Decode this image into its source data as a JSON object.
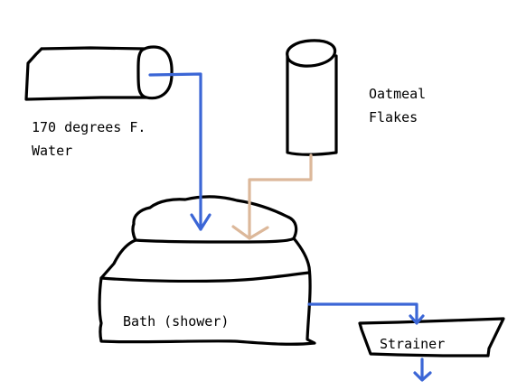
{
  "labels": {
    "water_line1": "170 degrees F.",
    "water_line2": "Water",
    "oat_line1": "Oatmeal",
    "oat_line2": "Flakes",
    "bath": "Bath (shower)",
    "strainer": "Strainer"
  },
  "colors": {
    "outline": "#000000",
    "water_flow": "#3b66d6",
    "oatmeal_flow": "#dcb89a"
  }
}
